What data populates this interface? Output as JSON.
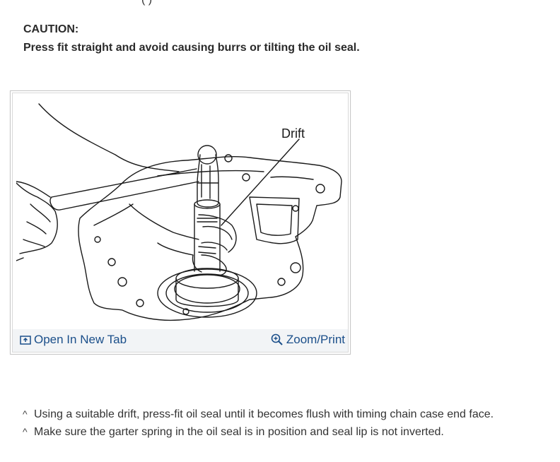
{
  "top_fragment": "( )",
  "caution": {
    "title": "CAUTION:",
    "text": "Press fit straight and avoid causing burrs or tilting the oil seal."
  },
  "figure": {
    "callout_label": "Drift",
    "open_tab_label": "Open In New Tab",
    "zoom_label": "Zoom/Print",
    "link_color": "#1b4f8a"
  },
  "bullets": [
    {
      "marker": "^",
      "text": "Using a suitable drift, press-fit oil seal until it becomes flush with timing chain case end face."
    },
    {
      "marker": "^",
      "text": "Make sure the garter spring in the oil seal is in position and seal lip is not inverted."
    }
  ]
}
